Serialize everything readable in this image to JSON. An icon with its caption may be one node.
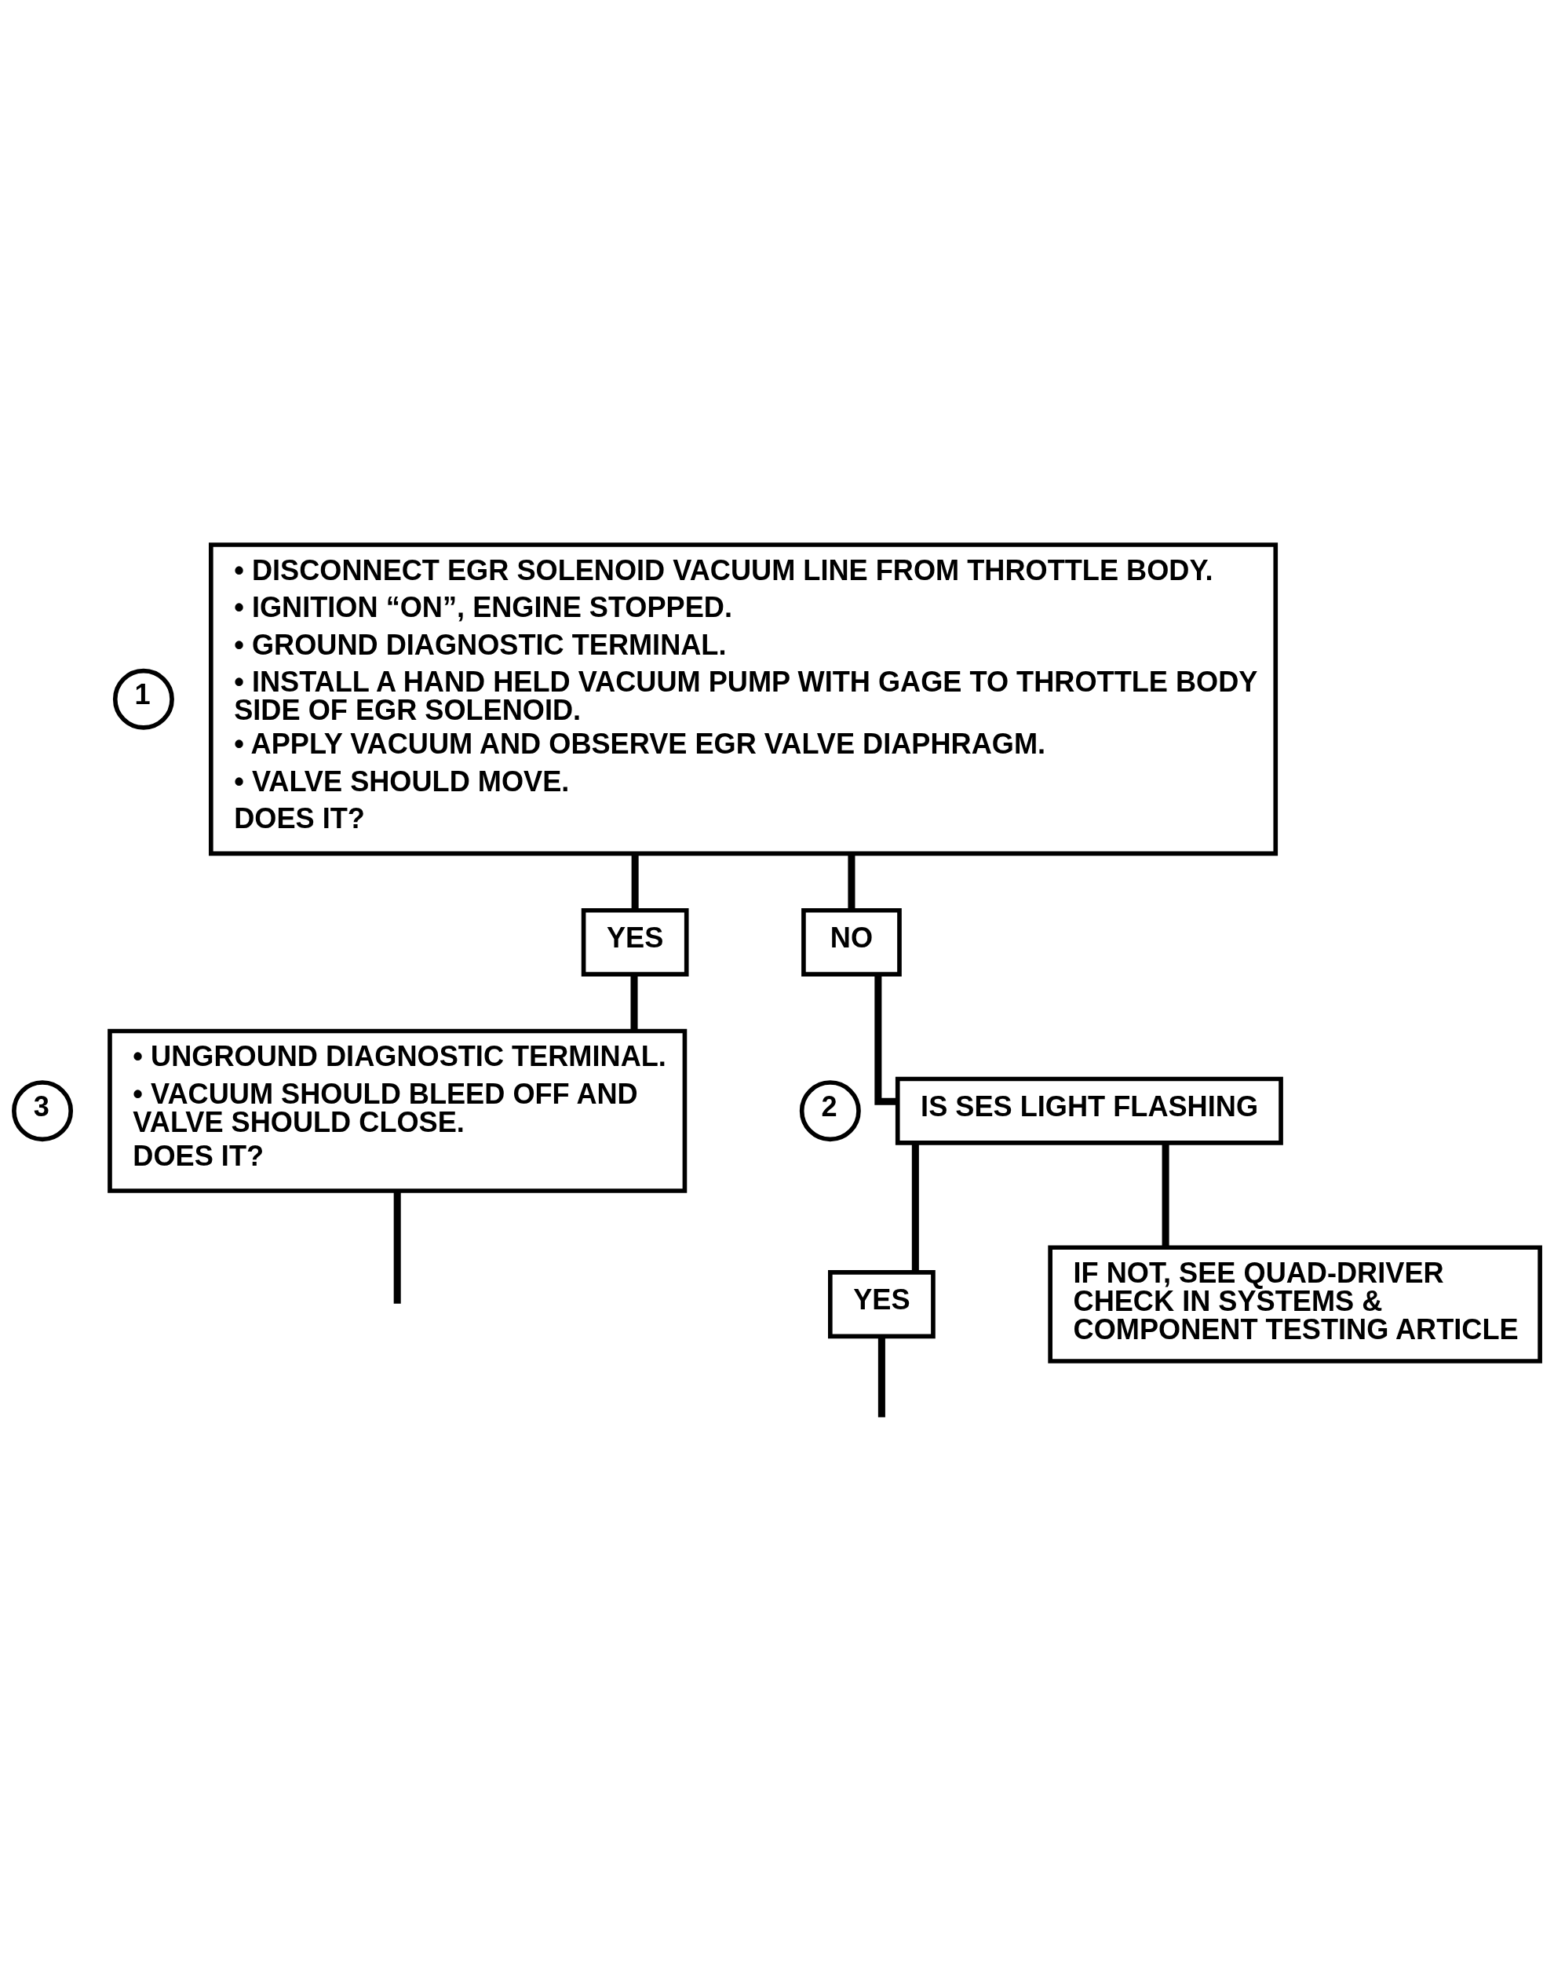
{
  "diagram": {
    "nodes": [
      {
        "text": [
          "1"
        ]
      },
      {
        "text": [
          "• DISCONNECT EGR SOLENOID VACUUM LINE FROM THROTTLE BODY.",
          "• IGNITION “ON”, ENGINE STOPPED.",
          "• GROUND DIAGNOSTIC TERMINAL.",
          "• INSTALL A HAND HELD VACUUM PUMP WITH GAGE TO THROTTLE BODY SIDE OF EGR SOLENOID.",
          "• APPLY VACUUM AND OBSERVE EGR VALVE DIAPHRAGM.",
          "• VALVE SHOULD MOVE.",
          "DOES IT?"
        ]
      },
      {
        "text": [
          "YES"
        ]
      },
      {
        "text": [
          "NO"
        ]
      },
      {
        "text": [
          "3"
        ]
      },
      {
        "text": [
          "• UNGROUND DIAGNOSTIC TERMINAL.",
          "• VACUUM SHOULD BLEED OFF AND VALVE SHOULD CLOSE.",
          "DOES IT?"
        ]
      },
      {
        "text": [
          "2"
        ]
      },
      {
        "text": [
          "IS SES LIGHT FLASHING"
        ]
      },
      {
        "text": [
          "YES"
        ]
      },
      {
        "text": [
          "IF NOT, SEE QUAD-DRIVER CHECK IN SYSTEMS & COMPONENT TESTING ARTICLE"
        ]
      }
    ],
    "edges": [
      {
        "from": 1,
        "to": 2,
        "arrow": "none"
      },
      {
        "from": 1,
        "to": 3,
        "arrow": "none"
      },
      {
        "from": 2,
        "to": 5,
        "arrow": "none"
      },
      {
        "from": 3,
        "to": 7,
        "arrow": "none"
      },
      {
        "from": 7,
        "to": 8,
        "arrow": "none"
      },
      {
        "from": 7,
        "to": 9,
        "arrow": "none"
      },
      {
        "from": 5,
        "to": null,
        "arrow": "none"
      },
      {
        "from": 8,
        "to": null,
        "arrow": "none"
      }
    ]
  }
}
